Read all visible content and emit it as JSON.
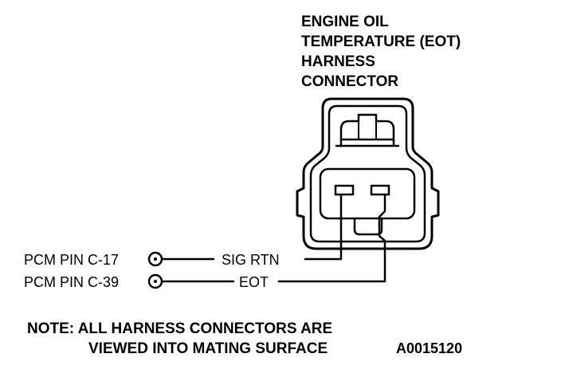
{
  "connector": {
    "title_lines": [
      "ENGINE OIL",
      "TEMPERATURE (EOT)",
      "HARNESS",
      "CONNECTOR"
    ]
  },
  "pins": [
    {
      "pcm_label": "PCM PIN C-17",
      "signal_label": "SIG RTN"
    },
    {
      "pcm_label": "PCM PIN C-39",
      "signal_label": "EOT"
    }
  ],
  "note": {
    "lines": [
      "NOTE:  ALL HARNESS CONNECTORS ARE",
      "VIEWED INTO MATING SURFACE"
    ]
  },
  "figure_code": "A0015120"
}
